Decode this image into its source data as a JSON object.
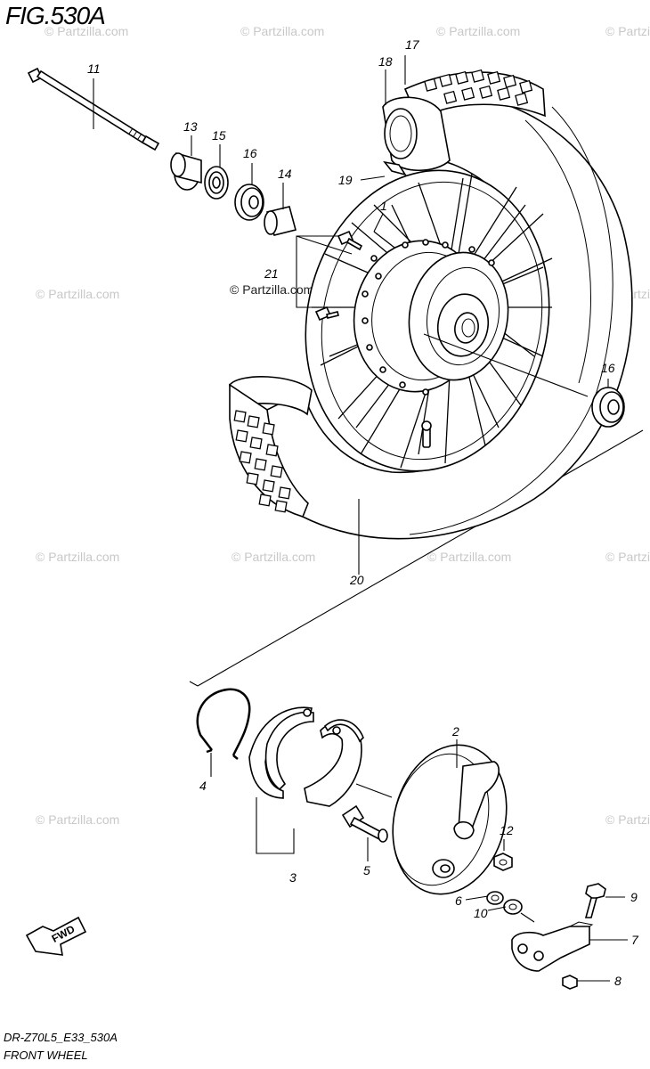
{
  "figure": {
    "title": "FIG.530A",
    "code": "DR-Z70L5_E33_530A",
    "caption": "FRONT WHEEL"
  },
  "watermark": {
    "text": "© Partzilla.com",
    "main_text": "© Partzilla.com",
    "color": "#c8c8c8"
  },
  "fwd_badge": {
    "label": "FWD"
  },
  "callouts": {
    "c1": "1",
    "c2": "2",
    "c3": "3",
    "c4": "4",
    "c5": "5",
    "c6": "6",
    "c7": "7",
    "c8": "8",
    "c9": "9",
    "c10": "10",
    "c11": "11",
    "c12": "12",
    "c13": "13",
    "c14": "14",
    "c15": "15",
    "c16a": "16",
    "c16b": "16",
    "c17": "17",
    "c18": "18",
    "c19": "19",
    "c20": "20",
    "c21": "21"
  }
}
